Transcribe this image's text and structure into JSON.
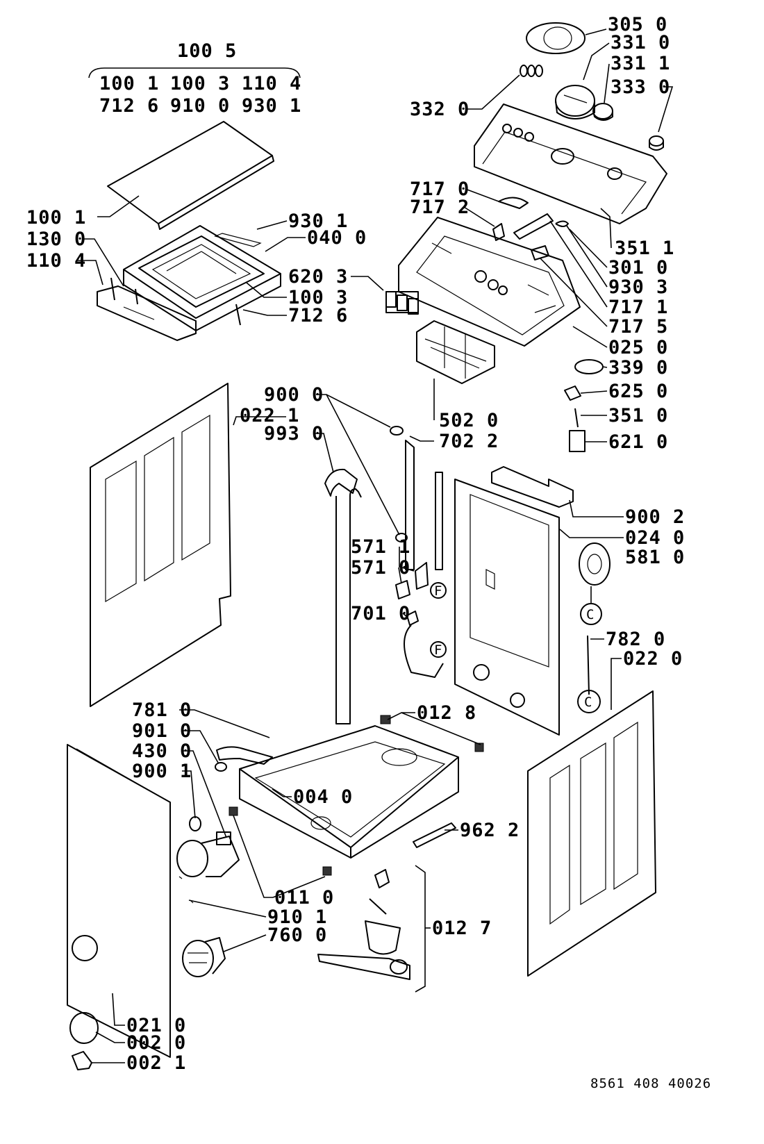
{
  "header": {
    "kit_code": "100 5",
    "kit_rows": [
      [
        "100 1",
        "100 3",
        "110 4"
      ],
      [
        "712 6",
        "910 0",
        "930 1"
      ]
    ]
  },
  "labels": {
    "l305_0": "305 0",
    "l331_0": "331 0",
    "l331_1": "331 1",
    "l333_0": "333 0",
    "l332_0": "332 0",
    "l717_0": "717 0",
    "l717_2": "717 2",
    "l351_1": "351 1",
    "l301_0": "301 0",
    "l930_3": "930 3",
    "l717_1": "717 1",
    "l717_5": "717 5",
    "l025_0": "025 0",
    "l339_0": "339 0",
    "l625_0": "625 0",
    "l351_0": "351 0",
    "l621_0": "621 0",
    "l100_1": "100 1",
    "l930_1": "930 1",
    "l130_0": "130 0",
    "l040_0": "040 0",
    "l110_4": "110 4",
    "l620_3": "620 3",
    "l100_3": "100 3",
    "l712_6": "712 6",
    "l900_0": "900 0",
    "l022_1": "022 1",
    "l993_0": "993 0",
    "l502_0": "502 0",
    "l702_2": "702 2",
    "l900_2": "900 2",
    "l571_1": "571 1",
    "l024_0": "024 0",
    "l571_0": "571 0",
    "l581_0": "581 0",
    "l701_0": "701 0",
    "l782_0": "782 0",
    "l022_0": "022 0",
    "l781_0": "781 0",
    "l012_8": "012 8",
    "l901_0": "901 0",
    "l430_0": "430 0",
    "l900_1": "900 1",
    "l004_0": "004 0",
    "l962_2": "962 2",
    "l011_0": "011 0",
    "l910_1": "910 1",
    "l012_7": "012 7",
    "l760_0": "760 0",
    "l021_0": "021 0",
    "l002_0": "002 0",
    "l002_1": "002 1"
  },
  "marker_letters": {
    "f": "F",
    "c": "C"
  },
  "footer": {
    "drawing_number": "8561 408 40026"
  }
}
